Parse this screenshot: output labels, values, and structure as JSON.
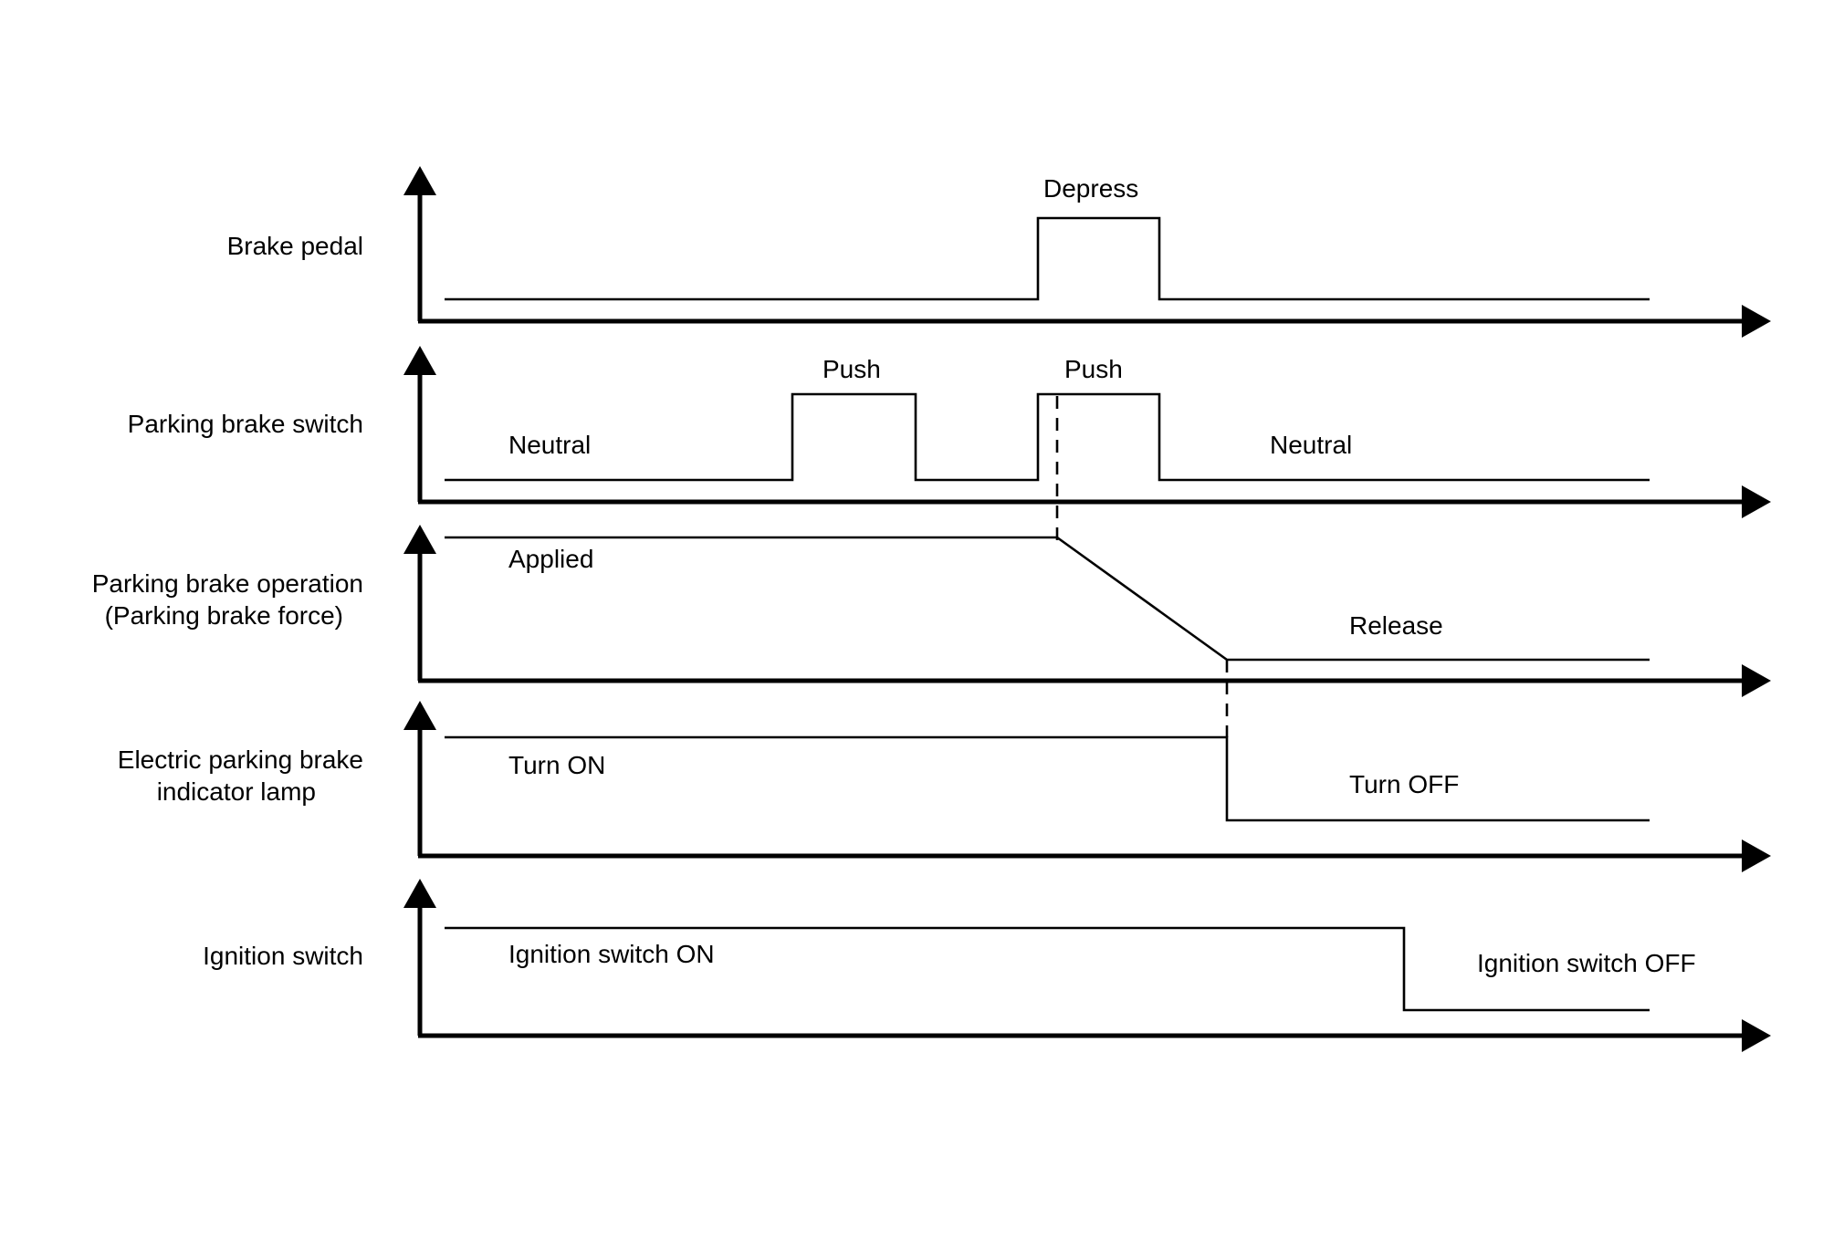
{
  "rows": [
    {
      "label_lines": [
        "Brake pedal"
      ],
      "states": [
        "Depress"
      ]
    },
    {
      "label_lines": [
        "Parking brake switch"
      ],
      "states": [
        "Neutral",
        "Push",
        "Push",
        "Neutral"
      ]
    },
    {
      "label_lines": [
        "Parking brake operation",
        "(Parking brake force)"
      ],
      "states": [
        "Applied",
        "Release"
      ]
    },
    {
      "label_lines": [
        "Electric parking brake",
        "indicator lamp"
      ],
      "states": [
        "Turn ON",
        "Turn OFF"
      ]
    },
    {
      "label_lines": [
        "Ignition switch"
      ],
      "states": [
        "Ignition switch ON",
        "Ignition switch OFF"
      ]
    }
  ],
  "colors": {
    "line": "#000000",
    "background": "#ffffff"
  }
}
